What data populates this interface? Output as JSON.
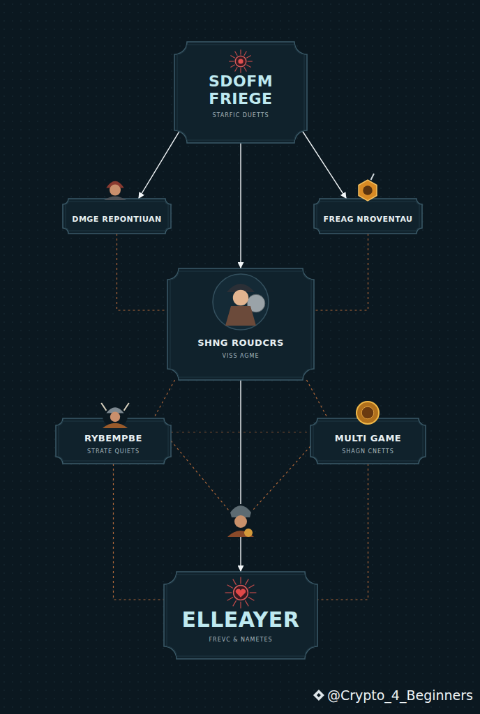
{
  "diagram": {
    "nodes": [
      {
        "text": [
          "SDOFM FRIEGE",
          "STARFIC DUETTS"
        ]
      },
      {
        "text": [
          "DMGE REPONTIUAN"
        ]
      },
      {
        "text": [
          "FREAG NROVENTAU"
        ]
      },
      {
        "text": [
          "SHNG ROUDCRS",
          "VISS AGME"
        ]
      },
      {
        "text": [
          "RYBEMPBE",
          "STRATE QUIETS"
        ]
      },
      {
        "text": [
          "MULTI GAME",
          "SHAGN CNETTS"
        ]
      },
      {
        "text": [
          "ELLEAYER",
          "FREVC & NAMETES"
        ]
      }
    ],
    "edges": [
      {
        "from": 0,
        "to": 1,
        "arrow": "to"
      },
      {
        "from": 0,
        "to": 2,
        "arrow": "to"
      },
      {
        "from": 0,
        "to": 3,
        "arrow": "to"
      },
      {
        "from": 1,
        "to": 3,
        "arrow": "none"
      },
      {
        "from": 2,
        "to": 3,
        "arrow": "none"
      },
      {
        "from": 3,
        "to": 4,
        "arrow": "none"
      },
      {
        "from": 3,
        "to": 5,
        "arrow": "none"
      },
      {
        "from": 3,
        "to": 6,
        "arrow": "to"
      },
      {
        "from": 4,
        "to": 6,
        "arrow": "none"
      },
      {
        "from": 5,
        "to": 6,
        "arrow": "none"
      }
    ],
    "labels": [
      "@Crypto_4_Beginners"
    ]
  }
}
